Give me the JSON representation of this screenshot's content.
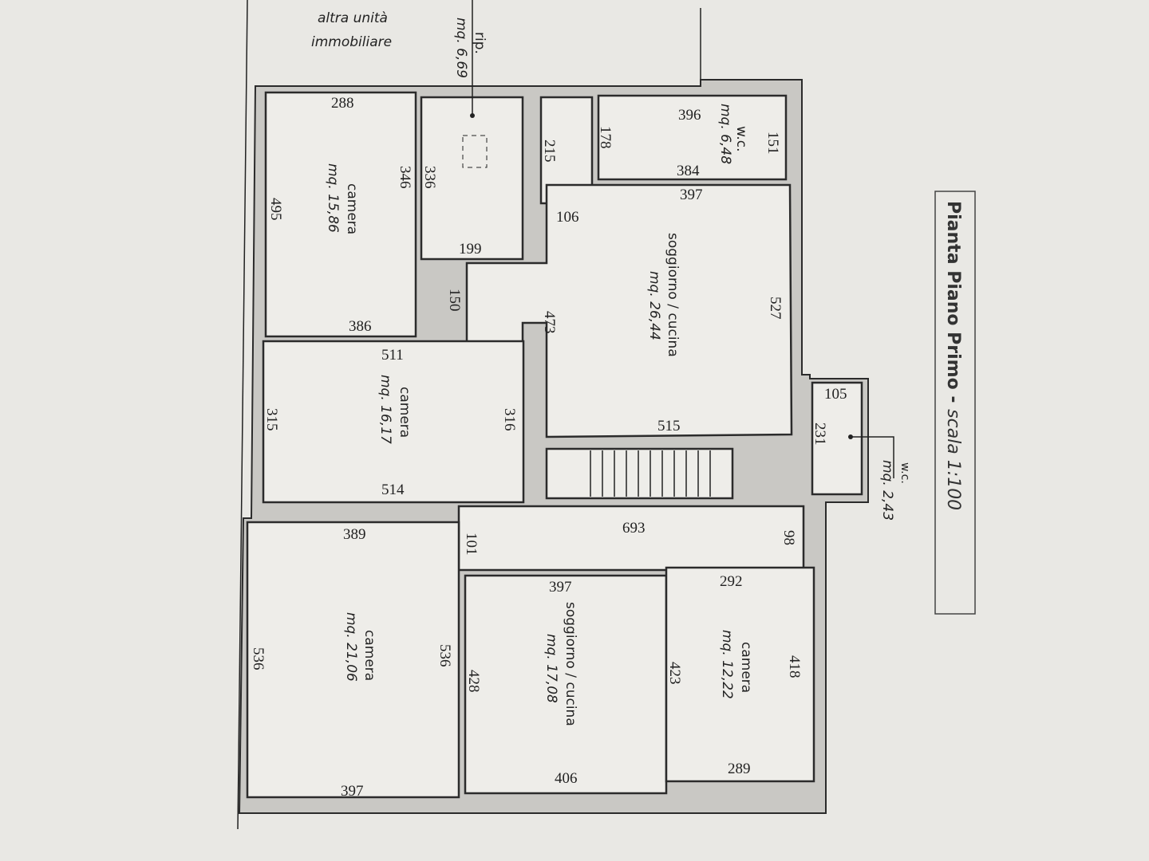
{
  "title": {
    "main": "Pianta Piano Primo - ",
    "scale": "scala 1:100"
  },
  "neighbor": {
    "line1": "altra unità",
    "line2": "immobiliare"
  },
  "rooms": {
    "camera1": {
      "name": "camera",
      "area": "mq. 15,86"
    },
    "rip": {
      "name": "rip.",
      "area": "mq. 6,69"
    },
    "wc1": {
      "name": "w.c.",
      "area": "mq. 6,48"
    },
    "soggiorno1": {
      "name": "soggiorno / cucina",
      "area": "mq. 26,44"
    },
    "camera2": {
      "name": "camera",
      "area": "mq. 16,17"
    },
    "wc2": {
      "name": "w.c.",
      "area": "mq. 2,43"
    },
    "camera3": {
      "name": "camera",
      "area": "mq. 21,06"
    },
    "soggiorno2": {
      "name": "soggiorno / cucina",
      "area": "mq. 17,08"
    },
    "camera4": {
      "name": "camera",
      "area": "mq. 12,22"
    }
  },
  "dimensions": {
    "d288": "288",
    "d346": "346",
    "d495": "495",
    "d386": "386",
    "d336": "336",
    "d199": "199",
    "d150": "150",
    "d215": "215",
    "d106": "106",
    "d178": "178",
    "d396": "396",
    "d384": "384",
    "d151": "151",
    "d397a": "397",
    "d527": "527",
    "d473": "473",
    "d515": "515",
    "d105": "105",
    "d231": "231",
    "d511": "511",
    "d315": "315",
    "d316": "316",
    "d514": "514",
    "d693": "693",
    "d98": "98",
    "d101": "101",
    "d389": "389",
    "d536a": "536",
    "d536b": "536",
    "d397b": "397",
    "d397c": "397",
    "d428": "428",
    "d406": "406",
    "d292": "292",
    "d423": "423",
    "d418": "418",
    "d289": "289"
  }
}
